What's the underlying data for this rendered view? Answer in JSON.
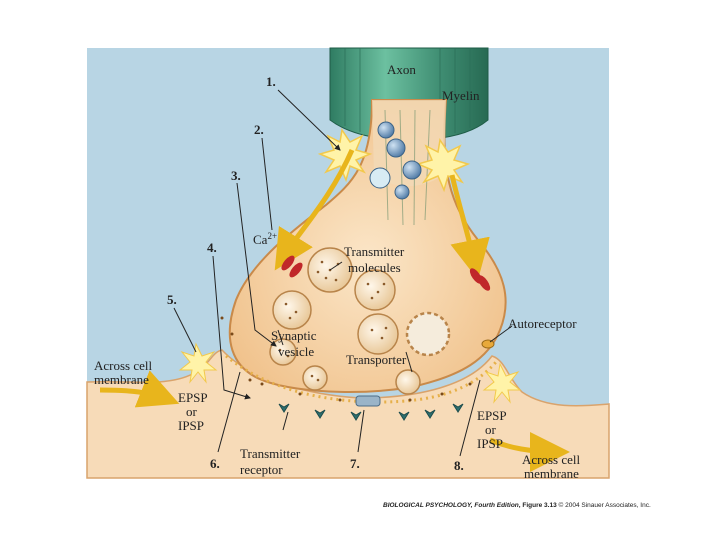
{
  "labels": {
    "axon": "Axon",
    "myelin": "Myelin",
    "calcium_base": "Ca",
    "calcium_sup": "2+",
    "transmitter_molecules_1": "Transmitter",
    "transmitter_molecules_2": "molecules",
    "synaptic_vesicle_1": "Synaptic",
    "synaptic_vesicle_2": "vesicle",
    "transporter": "Transporter",
    "autoreceptor": "Autoreceptor",
    "across_left_1": "Across cell",
    "across_left_2": "membrane",
    "across_right_1": "Across cell",
    "across_right_2": "membrane",
    "epsp_left_1": "EPSP",
    "epsp_left_2": "or",
    "epsp_left_3": "IPSP",
    "epsp_right_1": "EPSP",
    "epsp_right_2": "or",
    "epsp_right_3": "IPSP",
    "transmitter_receptor_1": "Transmitter",
    "transmitter_receptor_2": "receptor"
  },
  "steps": [
    "1.",
    "2.",
    "3.",
    "4.",
    "5.",
    "6.",
    "7.",
    "8."
  ],
  "caption": {
    "book": "BIOLOGICAL PSYCHOLOGY, Fourth Edition",
    "figure": ", Figure 3.13",
    "copyright": " © 2004 Sinauer Associates, Inc."
  },
  "colors": {
    "background_panel": "#b8d5e4",
    "terminal_fill": "#f6d2a6",
    "terminal_edge": "#d59a5a",
    "myelin": "#4f9a7e",
    "postsynaptic": "#f7dbb8",
    "signal": "#f4c430",
    "channel": "#c0282a",
    "vesicle": "#f3e2c6"
  }
}
